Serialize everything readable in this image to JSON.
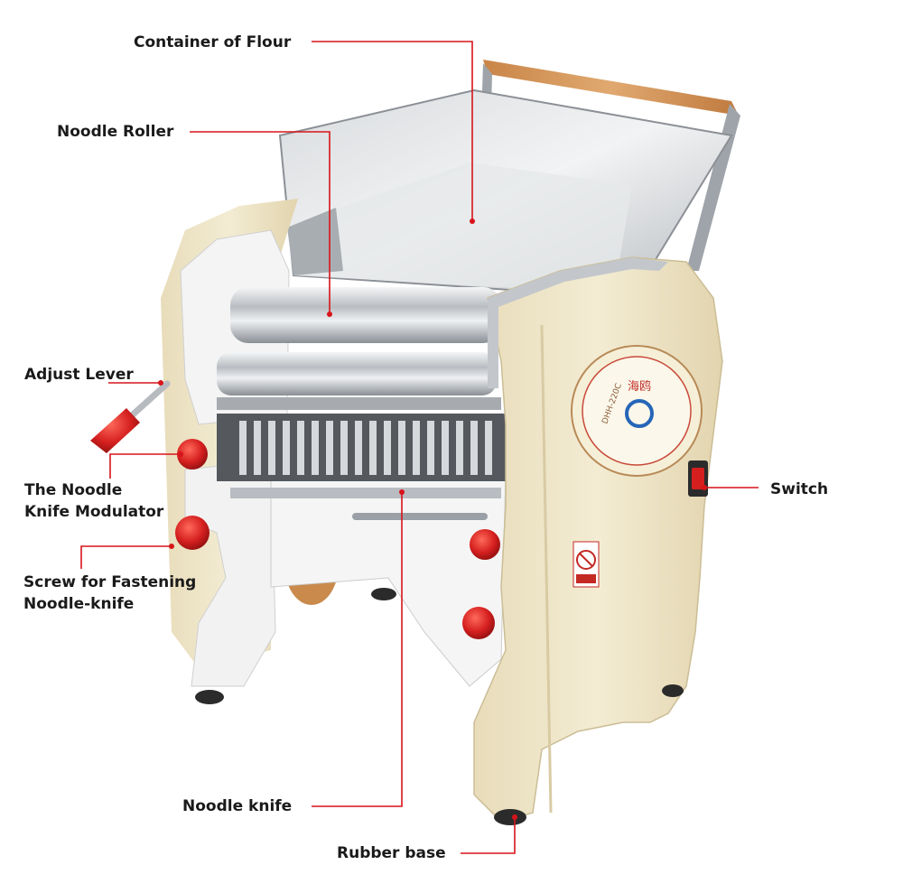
{
  "labels": {
    "container_of_flour": "Container of Flour",
    "noodle_roller": "Noodle Roller",
    "adjust_lever": "Adjust Lever",
    "noodle_knife_modulator_line1": "The Noodle",
    "noodle_knife_modulator_line2": "Knife Modulator",
    "screw_line1": "Screw for Fastening",
    "screw_line2": "Noodle-knife",
    "switch": "Switch",
    "noodle_knife": "Noodle knife",
    "rubber_base": "Rubber base"
  },
  "panel_badge": {
    "model": "DHH-220C",
    "brand_chars": "海鸥"
  },
  "colors": {
    "leader_line": "#d7141a",
    "body_cream": "#efe6c8",
    "steel": "#c9ccd0",
    "knob_red": "#d51f1f",
    "wood": "#d3945a"
  }
}
